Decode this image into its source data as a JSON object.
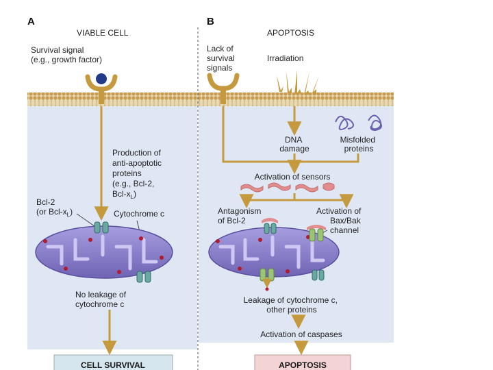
{
  "panel_a": {
    "letter": "A",
    "title": "VIABLE CELL",
    "survival_signal": [
      "Survival signal",
      "(e.g., growth factor)"
    ],
    "production": [
      "Production of",
      "anti-apoptotic",
      "proteins",
      "(e.g., Bcl-2,",
      "Bcl-x"
    ],
    "production_sub": "L",
    "production_close": ")",
    "bcl2": [
      "Bcl-2",
      "(or Bcl-x"
    ],
    "bcl2_sub": "L",
    "bcl2_close": ")",
    "cytochrome": "Cytochrome c",
    "no_leakage": [
      "No leakage of",
      "cytochrome c"
    ],
    "outcome": "CELL SURVIVAL"
  },
  "panel_b": {
    "letter": "B",
    "title": "APOPTOSIS",
    "lack": [
      "Lack of",
      "survival",
      "signals"
    ],
    "irradiation": "Irradiation",
    "dna": [
      "DNA",
      "damage"
    ],
    "misfolded": [
      "Misfolded",
      "proteins"
    ],
    "sensors": "Activation of sensors",
    "antagonism": [
      "Antagonism",
      "of Bcl-2"
    ],
    "bax": [
      "Activation of",
      "Bax/Bak",
      "channel"
    ],
    "leakage": [
      "Leakage of cytochrome c,",
      "other proteins"
    ],
    "caspases": "Activation of caspases",
    "outcome": "APOPTOSIS"
  },
  "colors": {
    "cytoplasm": "#dfe7f5",
    "membrane": "#c99a52",
    "arrow": "#c59a3e",
    "mito": "#8a7fc8",
    "survival_box": "#d6e6ef",
    "apoptosis_box": "#f3d3d4"
  }
}
